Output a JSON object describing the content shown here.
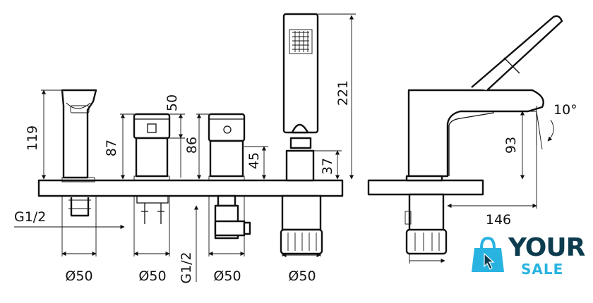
{
  "dimensions": {
    "h_119": "119",
    "h_87": "87",
    "h_50": "50",
    "h_86": "86",
    "h_45": "45",
    "h_221": "221",
    "h_37": "37",
    "h_93": "93",
    "angle_10": "10°",
    "len_146": "146",
    "thread_left": "G1/2",
    "thread_bottom": "G1/2",
    "dia_1": "Ø50",
    "dia_2": "Ø50",
    "dia_3": "Ø50",
    "dia_4": "Ø50"
  },
  "logo": {
    "word_1": "YOUR",
    "word_2": "SALE",
    "primary_color": "#0c3c4e",
    "accent_color": "#29b3e0",
    "icon": "shopping-bag-cursor-icon"
  }
}
